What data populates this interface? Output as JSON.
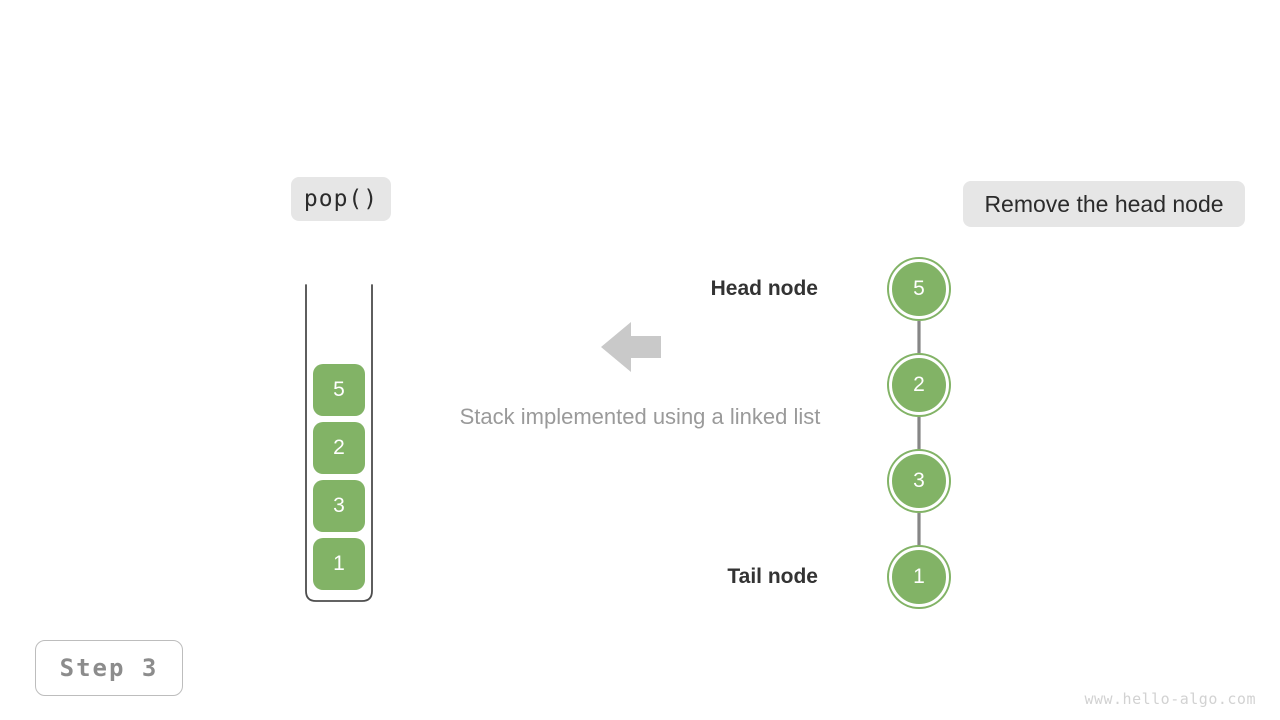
{
  "operation": {
    "label": "pop()"
  },
  "action": {
    "label": "Remove the head node"
  },
  "step": {
    "label": "Step 3"
  },
  "caption": {
    "text": "Stack implemented using a linked list"
  },
  "watermark": {
    "text": "www.hello-algo.com"
  },
  "colors": {
    "node_green": "#82b366",
    "chip_gray": "#e6e6e6",
    "arrow_gray": "#c9c9c9",
    "link_gray": "#868686",
    "caption_gray": "#9a9a9a",
    "badge_gray": "#8c8c8c",
    "watermark_gray": "#d2d2d2"
  },
  "stack": {
    "name": "stack-container",
    "cells": [
      {
        "value": "5"
      },
      {
        "value": "2"
      },
      {
        "value": "3"
      },
      {
        "value": "1"
      }
    ]
  },
  "linked_list": {
    "head_label": "Head node",
    "tail_label": "Tail node",
    "nodes": [
      {
        "value": "5"
      },
      {
        "value": "2"
      },
      {
        "value": "3"
      },
      {
        "value": "1"
      }
    ]
  },
  "icons": {
    "flow_arrow": "arrow-left-icon",
    "link_arrow": "arrow-down-icon"
  }
}
